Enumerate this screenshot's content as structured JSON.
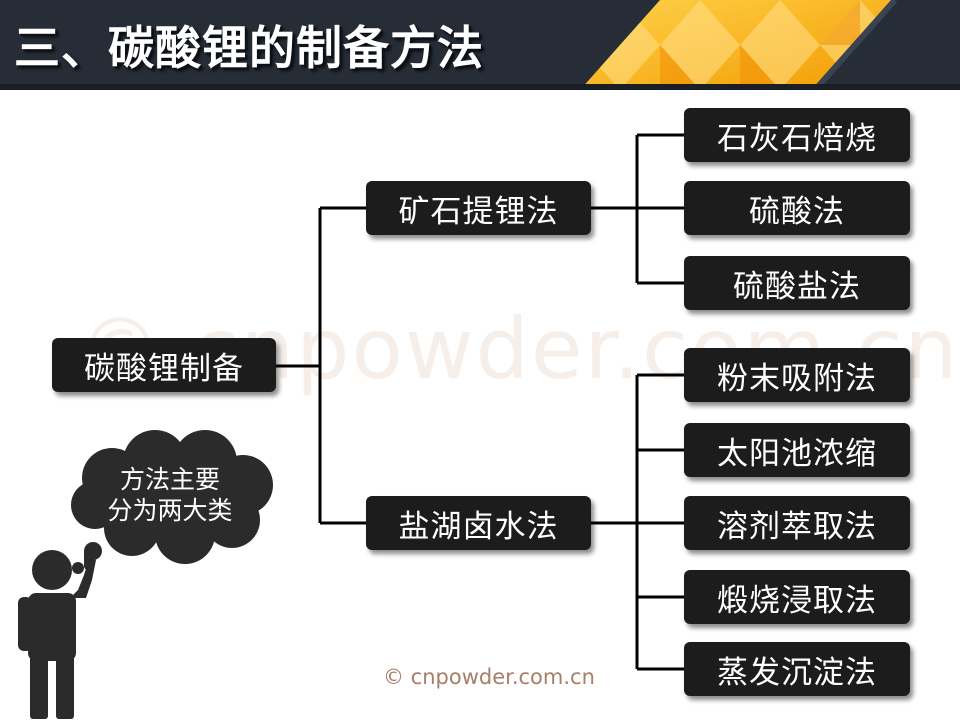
{
  "header": {
    "title": "三、碳酸锂的制备方法",
    "accent_color": "#f5a300"
  },
  "root": {
    "label": "碳酸锂制备"
  },
  "branches": [
    {
      "label": "矿石提锂法",
      "methods": [
        "石灰石焙烧",
        "硫酸法",
        "硫酸盐法"
      ]
    },
    {
      "label": "盐湖卤水法",
      "methods": [
        "粉末吸附法",
        "太阳池浓缩",
        "溶剂萃取法",
        "煅烧浸取法",
        "蒸发沉淀法"
      ]
    }
  ],
  "thought_bubble": {
    "line1": "方法主要",
    "line2": "分为两大类"
  },
  "watermark": "© cnpowder.com.cn",
  "footer_watermark": "© cnpowder.com.cn",
  "colors": {
    "header_bg": "#262d37",
    "node_bg": "#1c1c1c",
    "node_text": "#ffffff",
    "connector": "#000000"
  }
}
